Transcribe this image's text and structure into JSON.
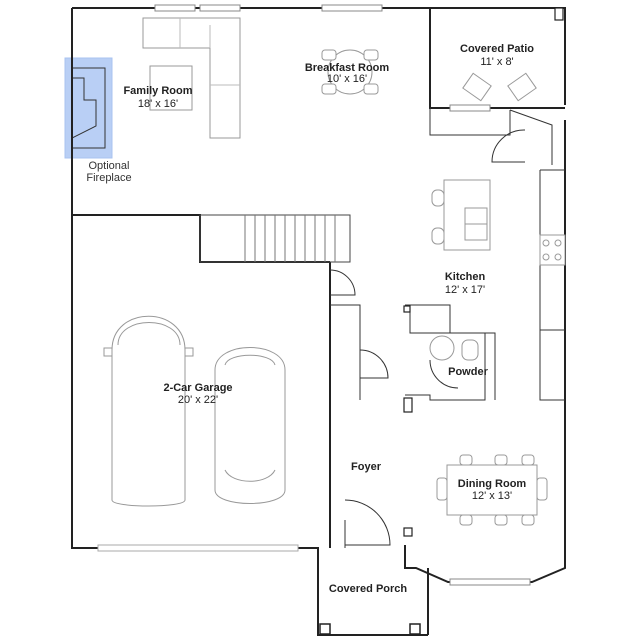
{
  "rooms": {
    "family_room": {
      "name": "Family Room",
      "dim": "18' x 16'"
    },
    "breakfast_room": {
      "name": "Breakfast Room",
      "dim": "10' x 16'"
    },
    "covered_patio": {
      "name": "Covered Patio",
      "dim": "11' x 8'"
    },
    "kitchen": {
      "name": "Kitchen",
      "dim": "12' x 17'"
    },
    "garage": {
      "name": "2-Car Garage",
      "dim": "20' x 22'"
    },
    "powder": {
      "name": "Powder"
    },
    "foyer": {
      "name": "Foyer"
    },
    "dining_room": {
      "name": "Dining Room",
      "dim": "12' x 13'"
    },
    "covered_porch": {
      "name": "Covered Porch"
    }
  },
  "fireplace": {
    "line1": "Optional",
    "line2": "Fireplace",
    "highlight_color": "#b9cff5"
  }
}
